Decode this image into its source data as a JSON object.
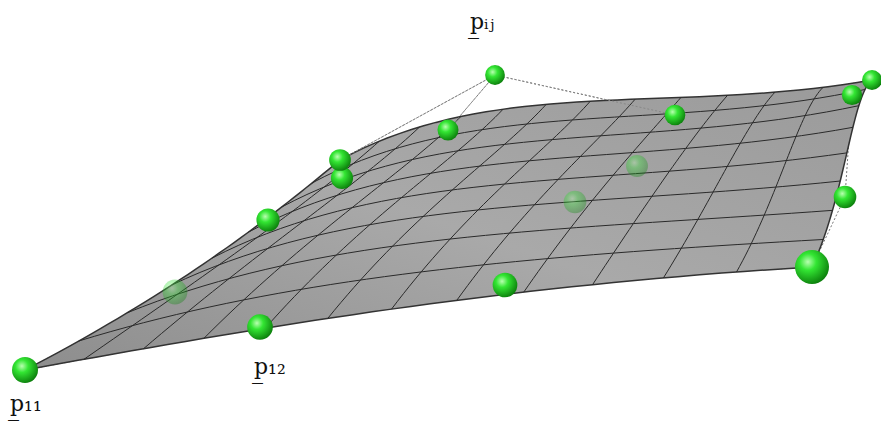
{
  "diagram": {
    "labels": [
      "p̲ᵢⱼ",
      "p̲₁₂",
      "p̲₁₁"
    ]
  }
}
